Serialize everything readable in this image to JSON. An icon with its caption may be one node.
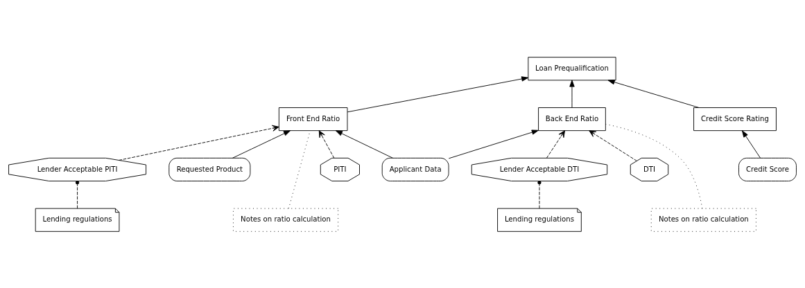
{
  "diagram": {
    "nodes": [
      {
        "text": [
          "Loan Prequalification"
        ]
      },
      {
        "text": [
          "Front End Ratio"
        ]
      },
      {
        "text": [
          "Credit Score Rating"
        ]
      },
      {
        "text": [
          "Back End Ratio"
        ]
      },
      {
        "text": [
          "Requested Product"
        ]
      },
      {
        "text": [
          "PITI"
        ]
      },
      {
        "text": [
          "Lender Acceptable PITI"
        ]
      },
      {
        "text": [
          "Credit Score"
        ]
      },
      {
        "text": [
          "Applicant Data"
        ]
      },
      {
        "text": [
          "Lender Acceptable DTI"
        ]
      },
      {
        "text": [
          "DTI"
        ]
      },
      {
        "text": [
          "Lending regulations"
        ]
      },
      {
        "text": [
          "Notes on ratio calculation"
        ]
      },
      {
        "text": [
          "Notes on ratio calculation"
        ]
      },
      {
        "text": [
          "Lending regulations"
        ]
      }
    ],
    "edges": [
      {
        "from": 1,
        "to": 0,
        "arrow": "to"
      },
      {
        "from": 2,
        "to": 0,
        "arrow": "to"
      },
      {
        "from": 3,
        "to": 0,
        "arrow": "to"
      },
      {
        "from": 4,
        "to": 1,
        "arrow": "to"
      },
      {
        "from": 5,
        "to": 1,
        "arrow": "to",
        "style": "dashed"
      },
      {
        "from": 6,
        "to": 1,
        "arrow": "to",
        "style": "dashed"
      },
      {
        "from": 8,
        "to": 1,
        "arrow": "to"
      },
      {
        "from": 7,
        "to": 2,
        "arrow": "to"
      },
      {
        "from": 8,
        "to": 3,
        "arrow": "to"
      },
      {
        "from": 9,
        "to": 3,
        "arrow": "to",
        "style": "dashed"
      },
      {
        "from": 10,
        "to": 3,
        "arrow": "to",
        "style": "dashed"
      },
      {
        "from": 11,
        "to": 6,
        "arrow": "other",
        "style": "dashed"
      },
      {
        "from": 12,
        "to": 1,
        "arrow": "none",
        "style": "dashed"
      },
      {
        "from": 13,
        "to": 3,
        "arrow": "none",
        "style": "dashed"
      },
      {
        "from": 14,
        "to": 9,
        "arrow": "other",
        "style": "dashed"
      }
    ]
  }
}
